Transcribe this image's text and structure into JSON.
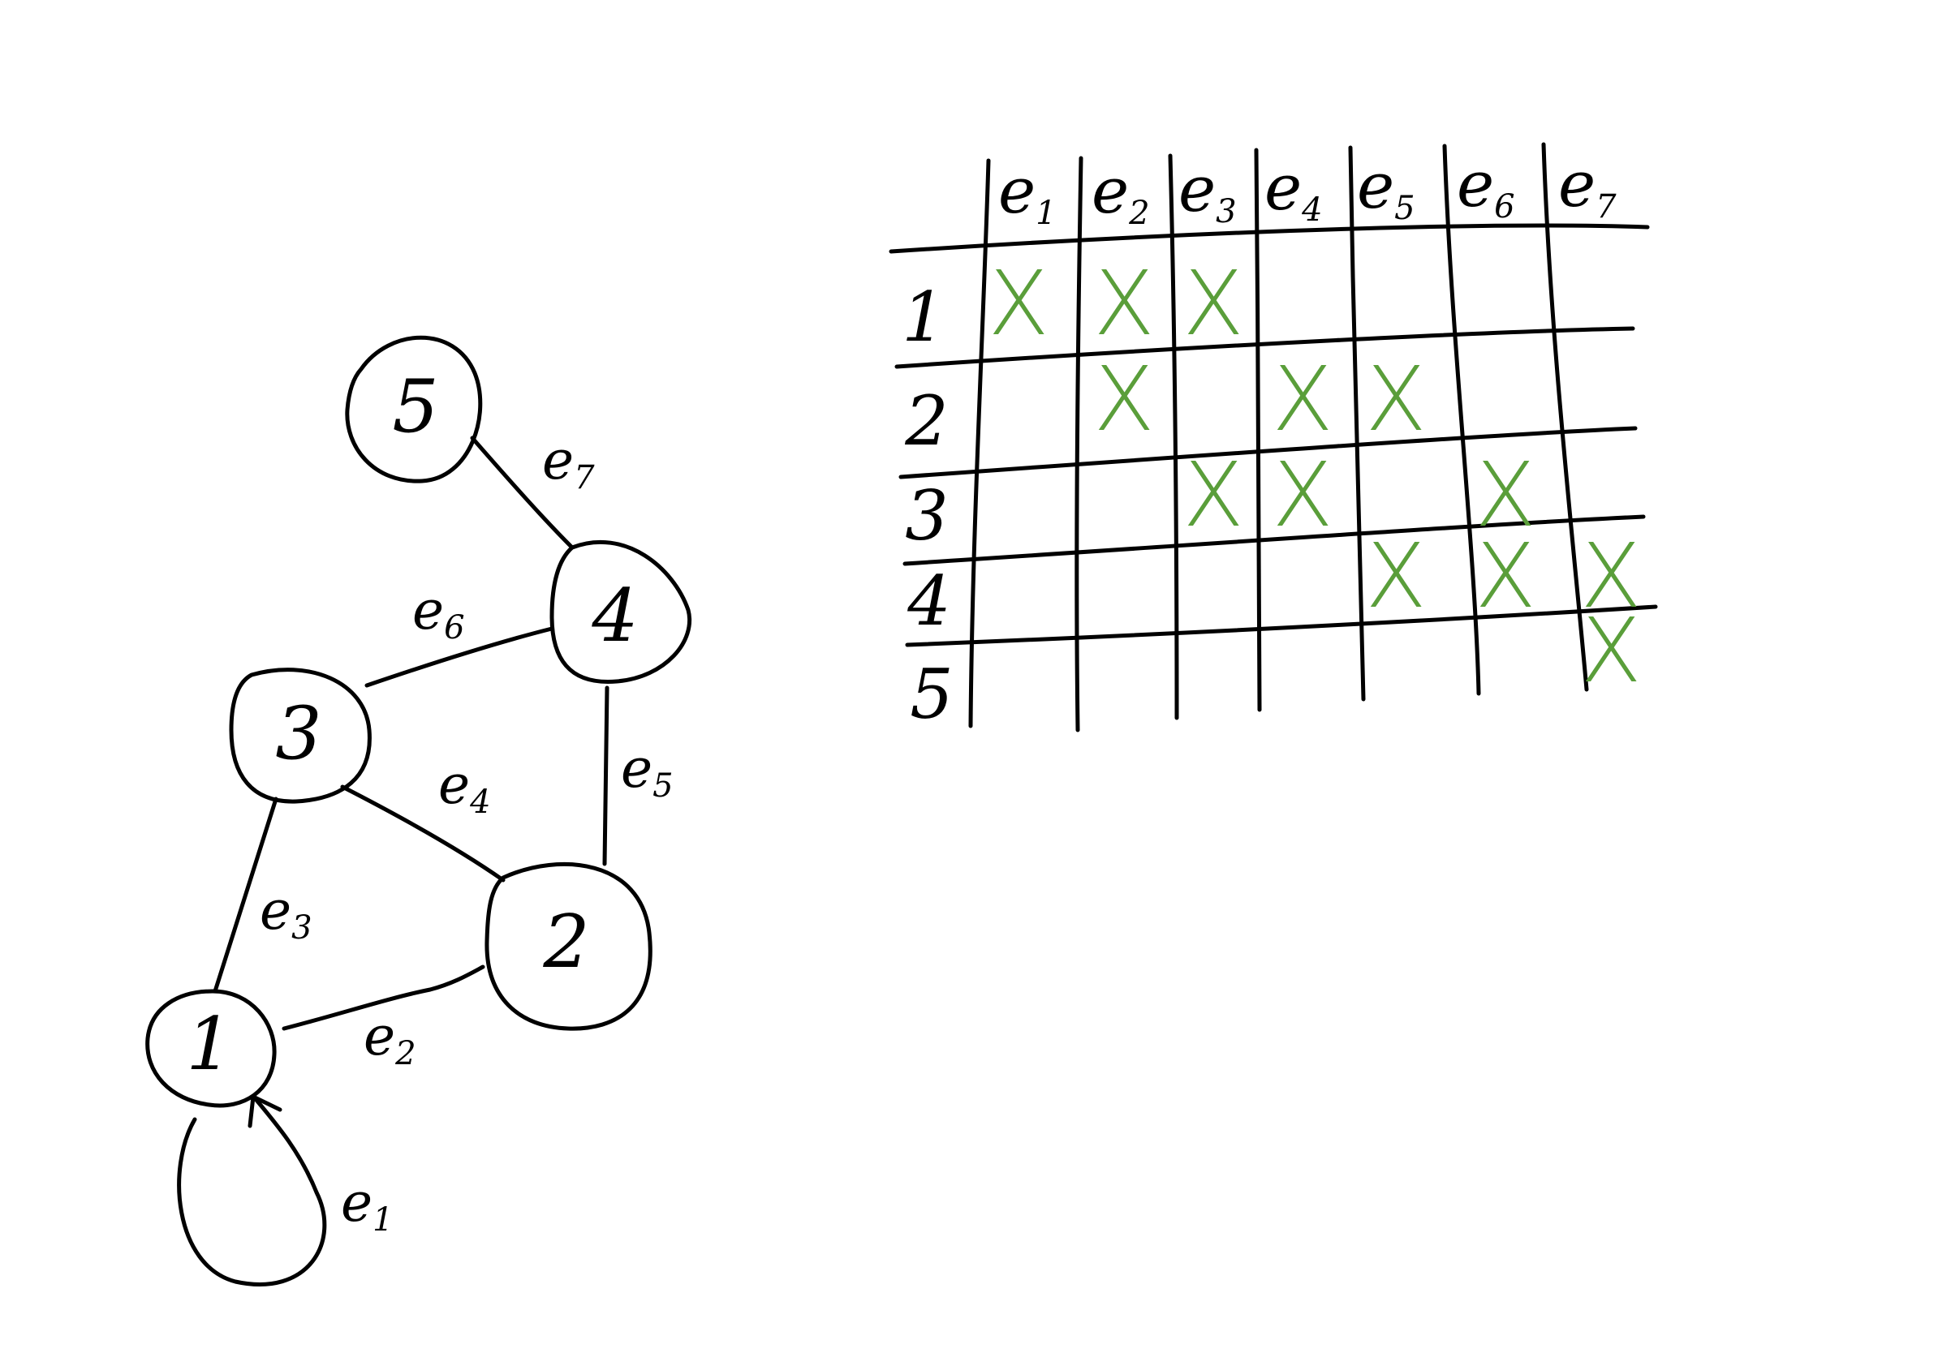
{
  "colors": {
    "ink": "#000000",
    "mark": "#5a9e3a",
    "background": "#ffffff"
  },
  "graph": {
    "nodes": [
      {
        "id": "1",
        "label": "1"
      },
      {
        "id": "2",
        "label": "2"
      },
      {
        "id": "3",
        "label": "3"
      },
      {
        "id": "4",
        "label": "4"
      },
      {
        "id": "5",
        "label": "5"
      }
    ],
    "edges": [
      {
        "id": "e1",
        "label": "e",
        "sub": "1",
        "from": "1",
        "to": "1",
        "loop": true
      },
      {
        "id": "e2",
        "label": "e",
        "sub": "2",
        "from": "1",
        "to": "2"
      },
      {
        "id": "e3",
        "label": "e",
        "sub": "3",
        "from": "1",
        "to": "3"
      },
      {
        "id": "e4",
        "label": "e",
        "sub": "4",
        "from": "2",
        "to": "3"
      },
      {
        "id": "e5",
        "label": "e",
        "sub": "5",
        "from": "2",
        "to": "4"
      },
      {
        "id": "e6",
        "label": "e",
        "sub": "6",
        "from": "3",
        "to": "4"
      },
      {
        "id": "e7",
        "label": "e",
        "sub": "7",
        "from": "4",
        "to": "5"
      }
    ]
  },
  "matrix": {
    "columns": [
      {
        "label": "e",
        "sub": "1"
      },
      {
        "label": "e",
        "sub": "2"
      },
      {
        "label": "e",
        "sub": "3"
      },
      {
        "label": "e",
        "sub": "4"
      },
      {
        "label": "e",
        "sub": "5"
      },
      {
        "label": "e",
        "sub": "6"
      },
      {
        "label": "e",
        "sub": "7"
      }
    ],
    "rows": [
      "1",
      "2",
      "3",
      "4",
      "5"
    ],
    "mark_symbol": "X",
    "cells": [
      [
        1,
        1,
        1,
        0,
        0,
        0,
        0
      ],
      [
        0,
        1,
        0,
        1,
        1,
        0,
        0
      ],
      [
        0,
        0,
        1,
        1,
        0,
        1,
        0
      ],
      [
        0,
        0,
        0,
        0,
        1,
        1,
        1
      ],
      [
        0,
        0,
        0,
        0,
        0,
        0,
        1
      ]
    ]
  }
}
